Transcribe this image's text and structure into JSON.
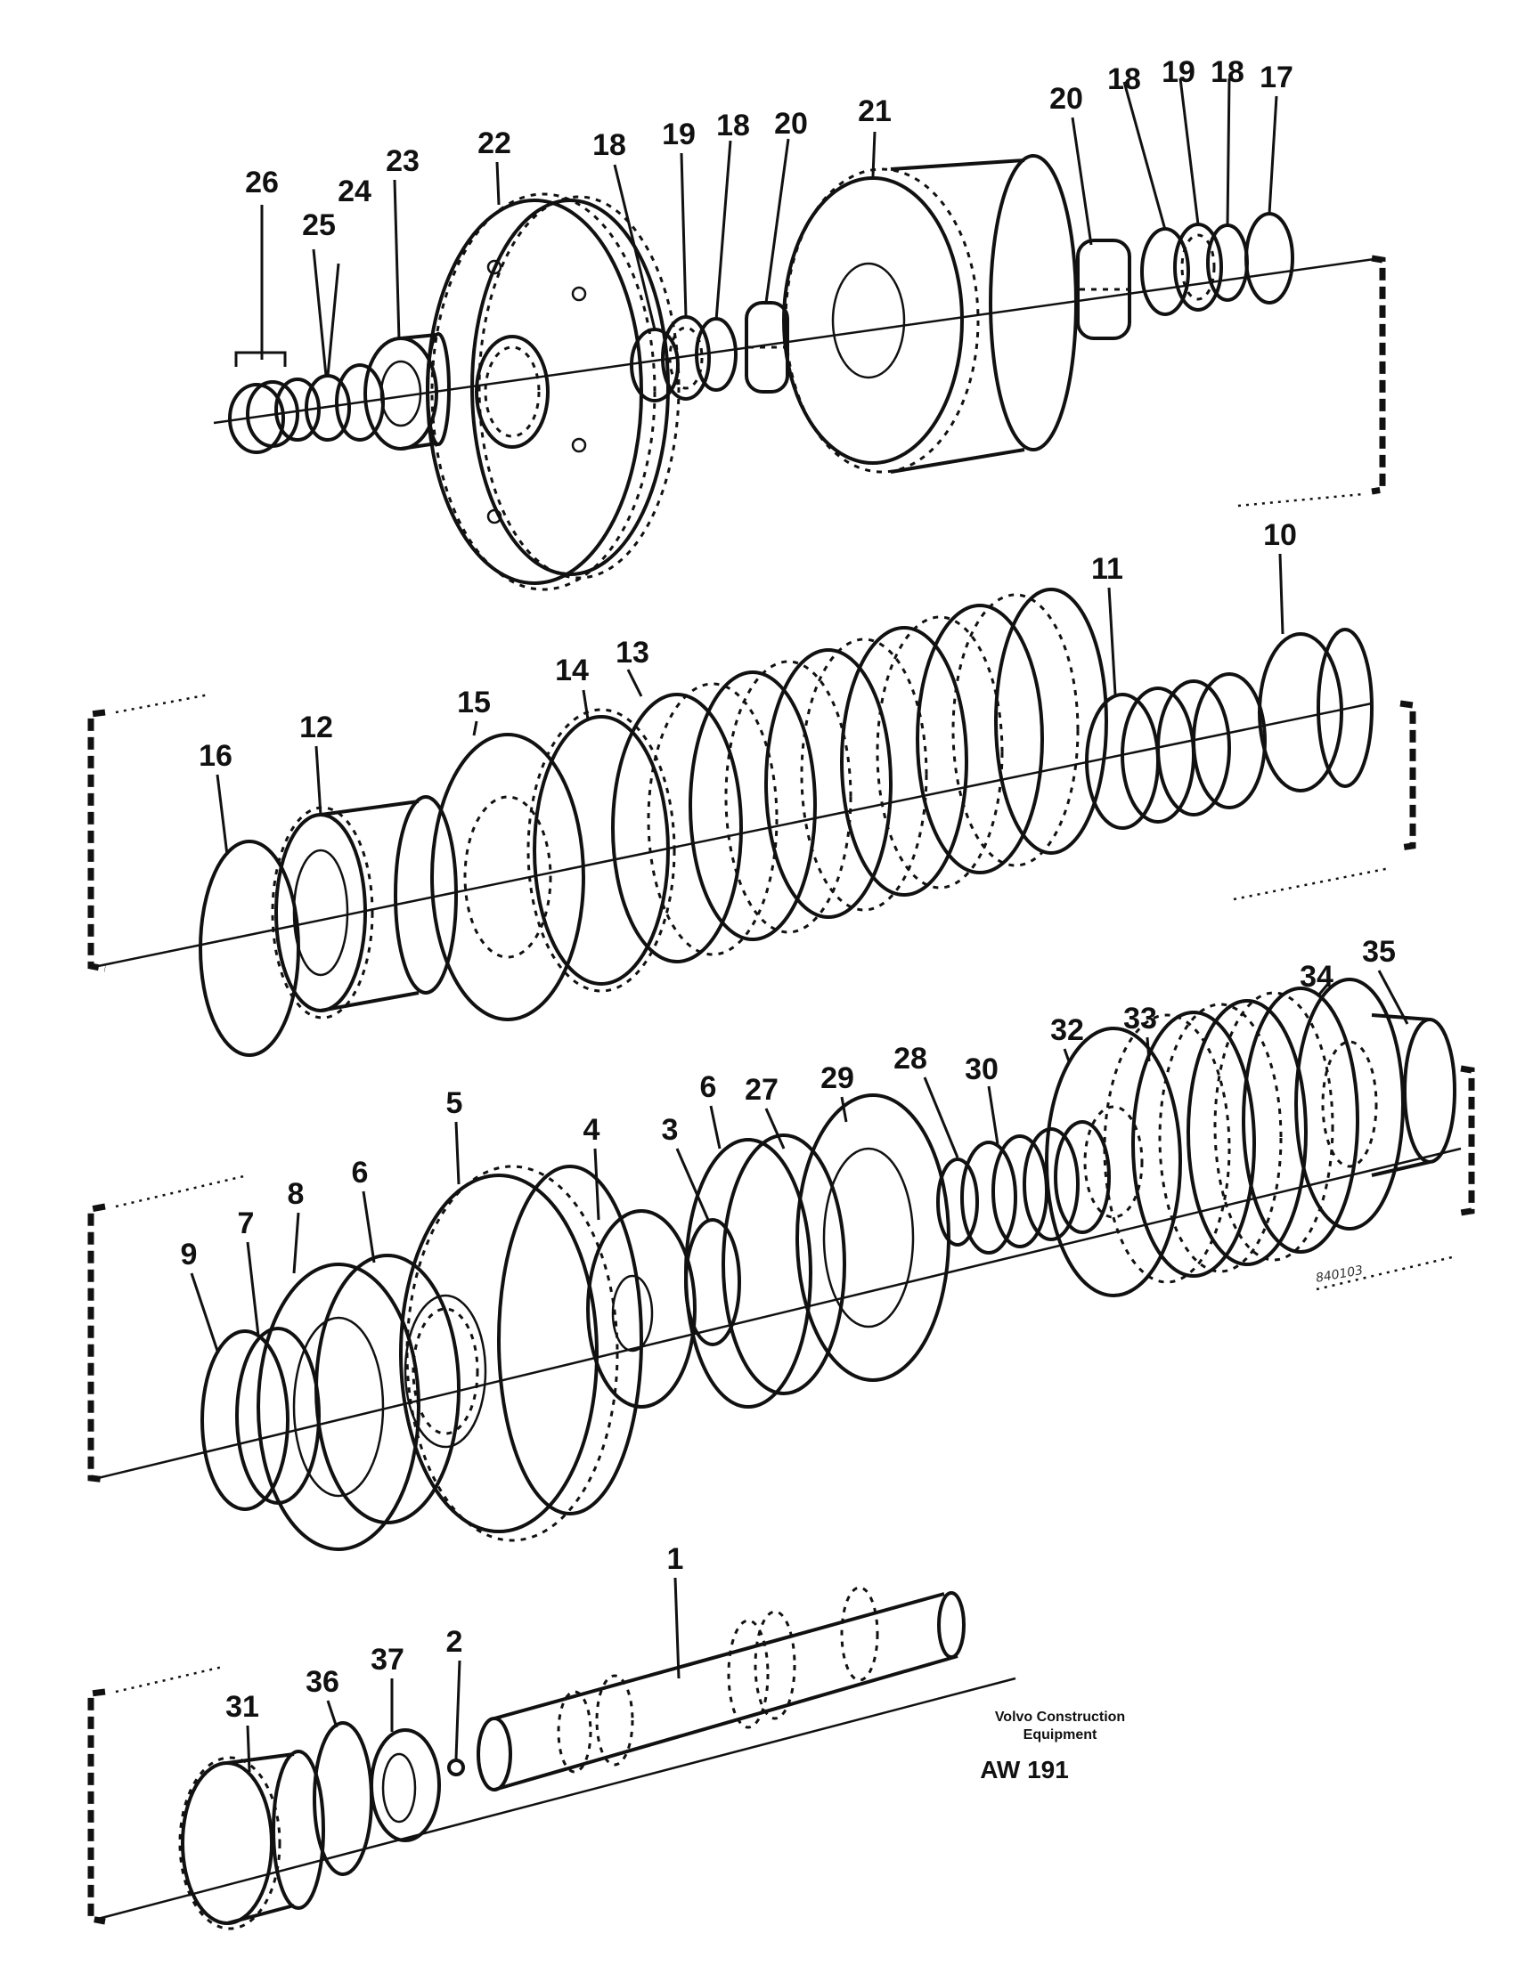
{
  "callouts": {
    "n1": "1",
    "n2": "2",
    "n3": "3",
    "n4": "4",
    "n5": "5",
    "n6": "6",
    "n6b": "6",
    "n7": "7",
    "n8": "8",
    "n9": "9",
    "n10": "10",
    "n11": "11",
    "n12": "12",
    "n13": "13",
    "n14": "14",
    "n15": "15",
    "n16": "16",
    "n17": "17",
    "n18a": "18",
    "n18b": "18",
    "n18c": "18",
    "n18d": "18",
    "n19a": "19",
    "n19b": "19",
    "n20a": "20",
    "n20b": "20",
    "n21": "21",
    "n22": "22",
    "n23": "23",
    "n24": "24",
    "n25": "25",
    "n26": "26",
    "n27": "27",
    "n28": "28",
    "n29": "29",
    "n30": "30",
    "n31": "31",
    "n32": "32",
    "n33": "33",
    "n34": "34",
    "n35": "35",
    "n36": "36",
    "n37": "37"
  },
  "brand": {
    "line1": "Volvo Construction",
    "line2": "Equipment"
  },
  "drawing_code": "AW 191",
  "stamp": "840103"
}
